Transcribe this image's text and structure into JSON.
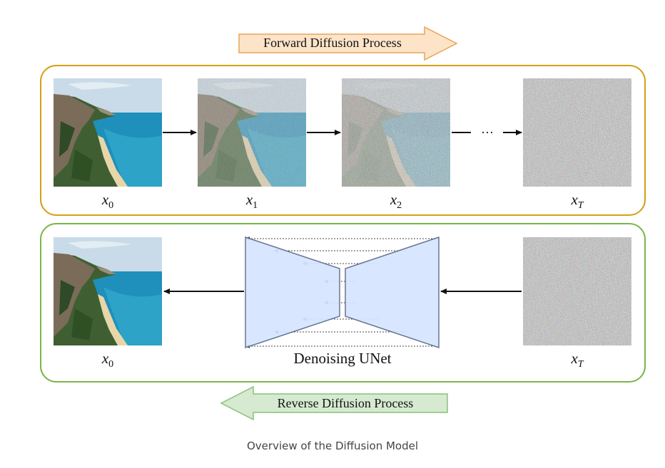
{
  "forward_process_label": "Forward Diffusion Process",
  "reverse_process_label": "Reverse Diffusion Process",
  "unet_label": "Denoising UNet",
  "ellipsis": "···",
  "caption": "Overview of the Diffusion Model",
  "forward_row": {
    "labels": [
      {
        "base": "x",
        "sub": "0"
      },
      {
        "base": "x",
        "sub": "1"
      },
      {
        "base": "x",
        "sub": "2"
      },
      {
        "base": "x",
        "sub": "T"
      }
    ],
    "noise_levels": [
      0,
      0.45,
      0.75,
      1
    ]
  },
  "reverse_row": {
    "labels": [
      {
        "base": "x",
        "sub": "0"
      },
      {
        "base": "x",
        "sub": "T"
      }
    ],
    "noise_levels": [
      0,
      1
    ]
  },
  "colors": {
    "forward_frame": "#d4a017",
    "reverse_frame": "#7ab648",
    "forward_arrow_fill": "#fde4c8",
    "forward_arrow_stroke": "#e8a35a",
    "reverse_arrow_fill": "#d5ead0",
    "reverse_arrow_stroke": "#8cc07a",
    "unet_fill": "#d6e4ff",
    "unet_stroke": "#5a6a8a",
    "sky": "#c9dbe8",
    "sea": "#2aa6c9",
    "cliff": "#4a6b3a",
    "sand": "#e8d6a8"
  }
}
